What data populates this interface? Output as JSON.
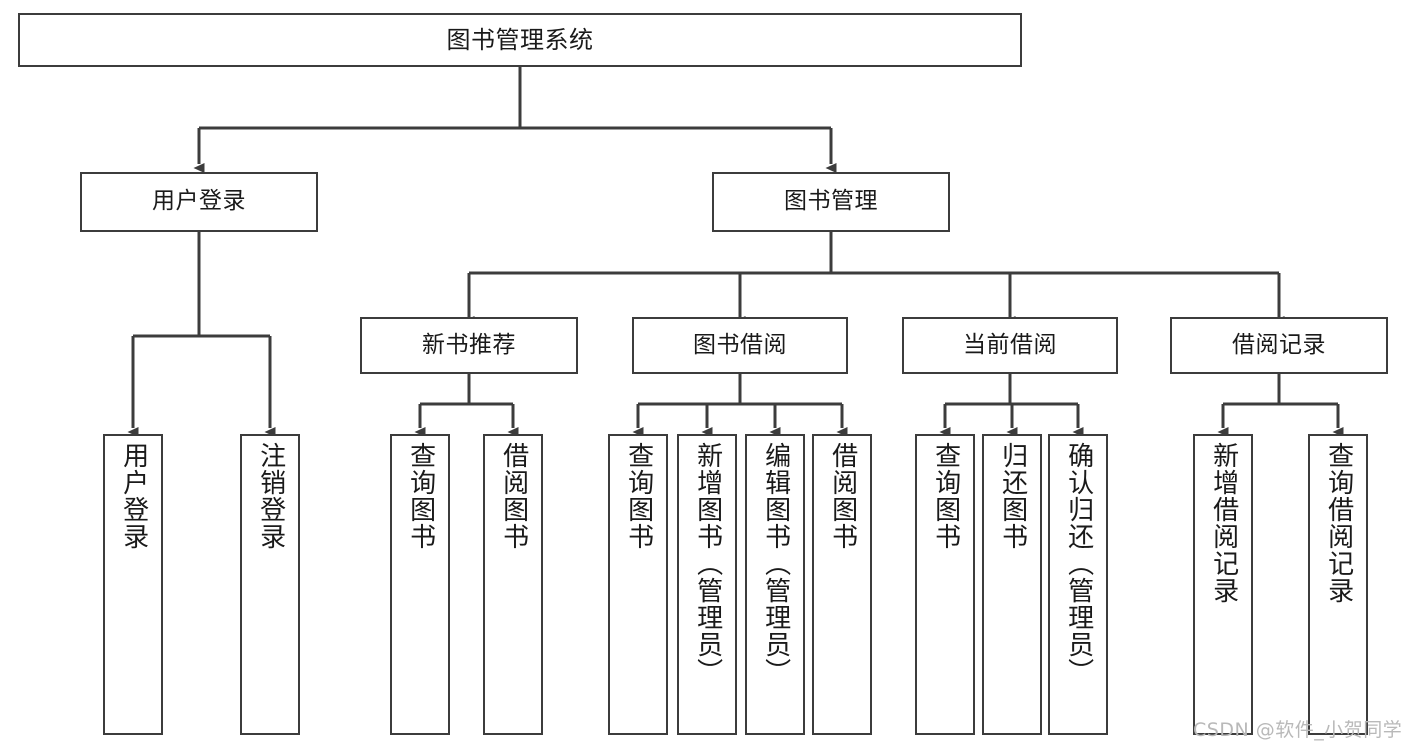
{
  "diagram": {
    "title": "图书管理系统",
    "type": "tree-structure-chart",
    "watermark": "CSDN @软件_小贺同学",
    "colors": {
      "background": "#ffffff",
      "box_border": "#3c3c3c",
      "box_fill": "#ffffff",
      "connector": "#3c3c3c",
      "watermark": "#b9b9b9"
    },
    "nodes": {
      "root": {
        "label": "图书管理系统"
      },
      "level1": [
        {
          "label": "用户登录"
        },
        {
          "label": "图书管理"
        }
      ],
      "level2": [
        {
          "label": "新书推荐"
        },
        {
          "label": "图书借阅"
        },
        {
          "label": "当前借阅"
        },
        {
          "label": "借阅记录"
        }
      ],
      "leaves": {
        "user_login": [
          {
            "label": "用户登录"
          },
          {
            "label": "注销登录"
          }
        ],
        "new_book_recommend": [
          {
            "label": "查询图书"
          },
          {
            "label": "借阅图书"
          }
        ],
        "book_borrow": [
          {
            "label": "查询图书"
          },
          {
            "label": "新增图书（管理员）"
          },
          {
            "label": "编辑图书（管理员）"
          },
          {
            "label": "借阅图书"
          }
        ],
        "current_borrow": [
          {
            "label": "查询图书"
          },
          {
            "label": "归还图书"
          },
          {
            "label": "确认归还（管理员）"
          }
        ],
        "borrow_record": [
          {
            "label": "新增借阅记录"
          },
          {
            "label": "查询借阅记录"
          }
        ]
      }
    }
  }
}
